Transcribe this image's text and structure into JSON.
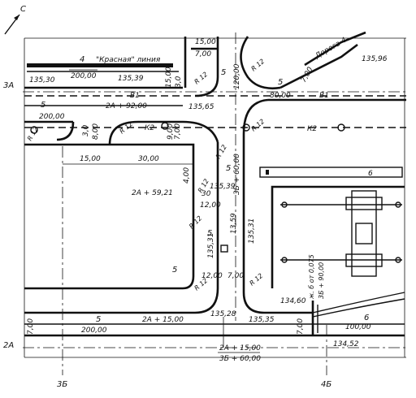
{
  "north_label": "С",
  "red_line_label": "\"Красная\" линия",
  "road4_label": "Дорога 4",
  "axis_labels": {
    "row_3a": "3А",
    "row_2a": "2А",
    "col_3b": "3Б",
    "col_4b": "4Б",
    "center_5": "5"
  },
  "utility_labels": {
    "b1_left": "В1",
    "b1_right": "В1",
    "k2_left": "К2",
    "k2_right": "К2",
    "six_upper": "6",
    "six_lower": "6"
  },
  "dimensions": {
    "d_15_top": "15,00",
    "d_7_top": "7,00",
    "d_200_left": "200,00",
    "d_200_bottom": "200,00",
    "d_135_30": "135,30",
    "d_135_39_top": "135,39",
    "d_15_left_v": "15,00",
    "d_120_v": "120,00",
    "d_135_96": "135,96",
    "d_80": "80,00",
    "d_7_diag": "7,00",
    "d_2a92": "2А + 92,00",
    "d_135_65": "135,65",
    "d_3_v1": "3,0",
    "d_8_v1": "8,00",
    "d_9_v": "9,00",
    "d_7_v": "7,00",
    "d_15_mid": "15,00",
    "d_30_mid": "30,00",
    "d_4_v": "4,00",
    "d_3b60": "3Б + 60,00",
    "d_2a59": "2А + 59,21",
    "d_135_39_mid": "135,39",
    "d_30": "30",
    "d_12_mid": "12,00",
    "d_13_59": "13,59",
    "d_135_31_a": "135,31",
    "d_135_31_b": "135,31",
    "d_12_low": "12,00",
    "d_7_low": "7,00",
    "d_2a15": "2А + 15,00",
    "d_135_28": "135,28",
    "d_135_35": "135,35",
    "d_134_60": "134,60",
    "d_pk": "ж. б от 0,075",
    "d_3b90": "3Б + 90,00",
    "d_100": "100,00",
    "d_134_52": "134,52",
    "d_7_left_bot": "7,00",
    "d_7_right_bot": "7,00",
    "d_2a15_b": "2А + 15,00",
    "d_3b60_b": "3Б + 60,00",
    "num_4": "4",
    "num_5_top": "5",
    "num_5_left": "5",
    "num_5_mid": "5",
    "num_5_road": "5",
    "num_5_block": "5",
    "num_5_bottom": "5",
    "num_6_bottom": "6",
    "num_5_vert": "5"
  },
  "radius_labels": {
    "r1": "R 12",
    "r2": "R 12",
    "r3": "R 12",
    "r4": "R 12",
    "r5": "R 12",
    "r6": "R 12",
    "r7": "R 12",
    "r8": "R 12",
    "r9": "R 12",
    "r10": "R 12"
  }
}
